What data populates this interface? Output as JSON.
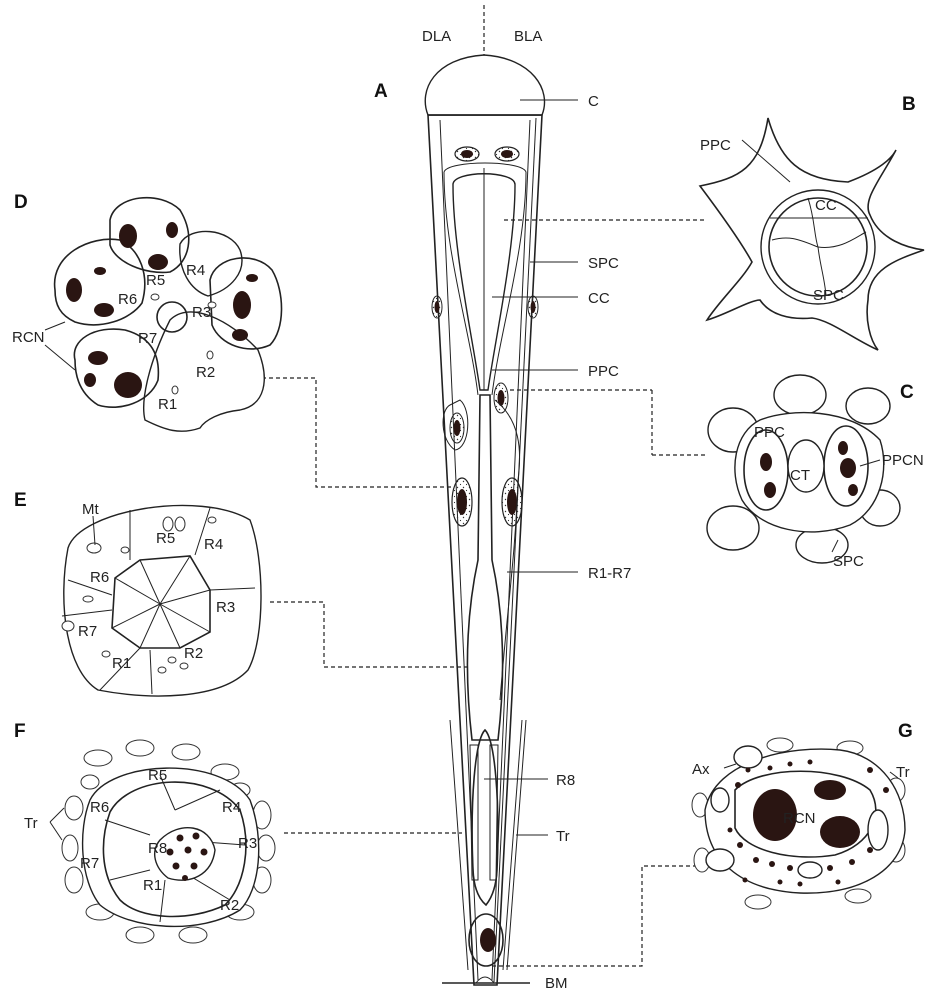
{
  "figure": {
    "panels": [
      "A",
      "B",
      "C",
      "D",
      "E",
      "F",
      "G"
    ],
    "top_labels": {
      "left": "DLA",
      "right": "BLA"
    },
    "bottom_label": "BM",
    "panel_A_labels": [
      "C",
      "SPC",
      "CC",
      "PPC",
      "R1-R7",
      "R8",
      "Tr"
    ],
    "panel_B_labels": [
      "PPC",
      "CC",
      "SPC"
    ],
    "panel_C_labels": [
      "PPC",
      "CT",
      "PPCN",
      "SPC"
    ],
    "panel_D_labels": [
      "R5",
      "R4",
      "R6",
      "R3",
      "RCN",
      "R7",
      "R2",
      "R1"
    ],
    "panel_E_labels": [
      "Mt",
      "R5",
      "R4",
      "R6",
      "R3",
      "R7",
      "R1",
      "R2"
    ],
    "panel_F_labels": [
      "R5",
      "R4",
      "R6",
      "Tr",
      "R8",
      "R3",
      "R7",
      "R1",
      "R2"
    ],
    "panel_G_labels": [
      "Ax",
      "Tr",
      "RCN"
    ]
  }
}
